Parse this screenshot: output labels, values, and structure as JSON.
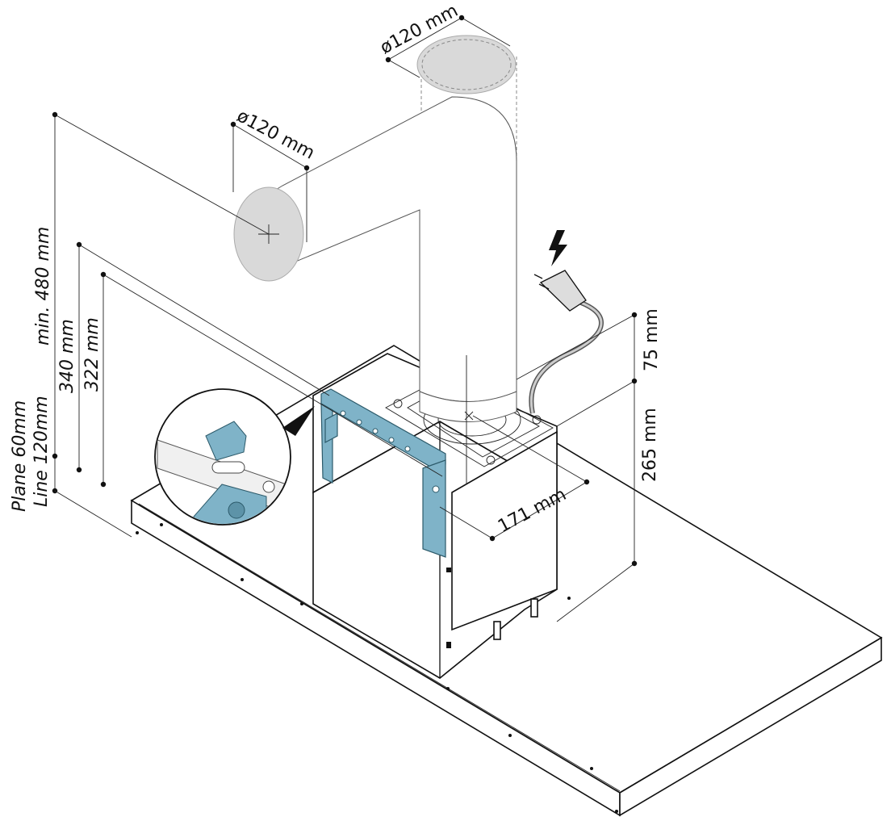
{
  "labels": {
    "duct_top": "ø120 mm",
    "duct_side": "ø120 mm",
    "min_height": "min. 480 mm",
    "h340": "340 mm",
    "h322": "322 mm",
    "plane": "Plane 60mm",
    "line": "Line 120mm",
    "depth171": "171 mm",
    "h75": "75 mm",
    "h265": "265 mm"
  },
  "colors": {
    "bracket": "#7fb3c8",
    "duct_cap": "#d9d9d9",
    "line": "#111111"
  },
  "icons": {
    "power": "lightning-bolt-icon",
    "plug": "power-plug-icon"
  }
}
